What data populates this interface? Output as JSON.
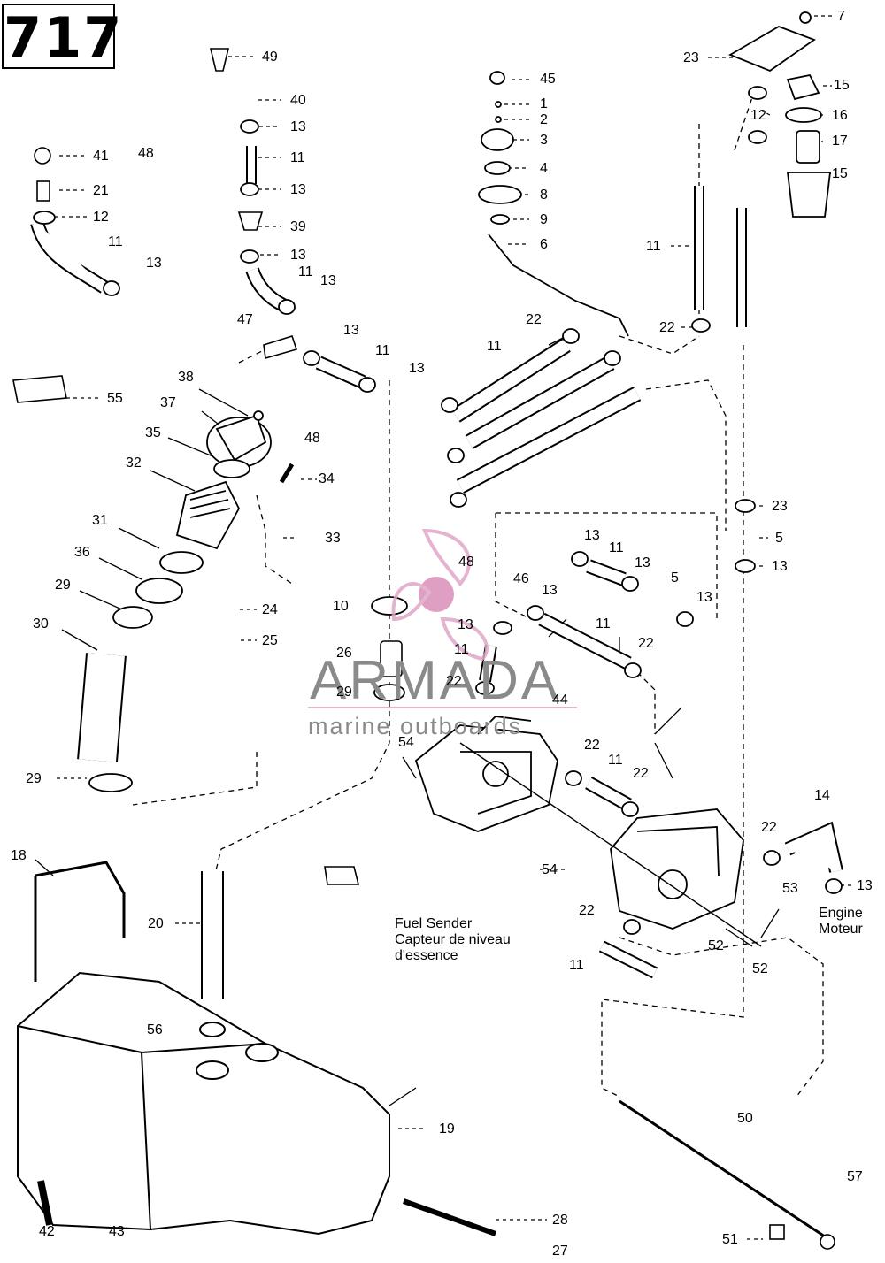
{
  "page_number": "717",
  "watermark": {
    "brand": "ARMADA",
    "tagline": "marine outboards",
    "accent_color": "#e0a6c8",
    "text_color": "#8a8a8a"
  },
  "notes": {
    "fuel_sender": [
      "Fuel Sender",
      "Capteur de niveau",
      "d'essence"
    ],
    "engine": [
      "Engine",
      "Moteur"
    ]
  },
  "callouts": [
    "7",
    "23",
    "15",
    "12",
    "16",
    "17",
    "15",
    "45",
    "1",
    "2",
    "3",
    "4",
    "8",
    "9",
    "6",
    "49",
    "40",
    "13",
    "48",
    "11",
    "13",
    "39",
    "13",
    "11",
    "13",
    "41",
    "21",
    "12",
    "11",
    "13",
    "47",
    "13",
    "11",
    "13",
    "11",
    "22",
    "22",
    "11",
    "55",
    "38",
    "37",
    "35",
    "48",
    "34",
    "32",
    "33",
    "31",
    "36",
    "29",
    "24",
    "25",
    "30",
    "10",
    "48",
    "13",
    "11",
    "13",
    "5",
    "13",
    "46",
    "13",
    "13",
    "11",
    "22",
    "26",
    "11",
    "22",
    "29",
    "44",
    "54",
    "22",
    "11",
    "22",
    "14",
    "29",
    "22",
    "13",
    "18",
    "54",
    "53",
    "22",
    "20",
    "52",
    "11",
    "52",
    "56",
    "19",
    "50",
    "57",
    "42",
    "43",
    "28",
    "27",
    "51",
    "23",
    "5",
    "13"
  ]
}
